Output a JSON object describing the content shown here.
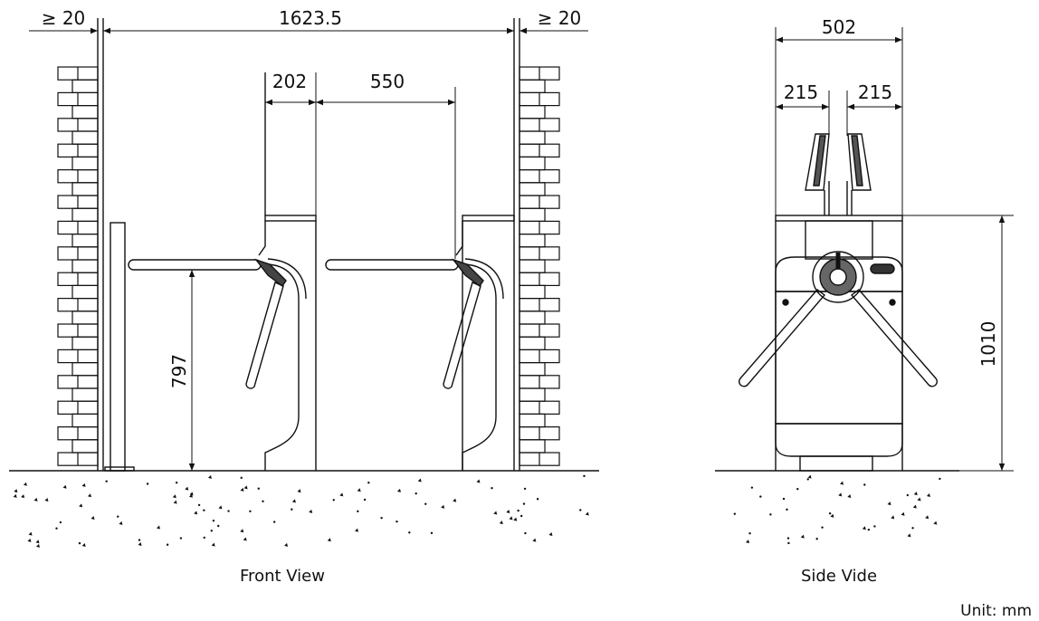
{
  "front_view": {
    "caption": "Front View",
    "dimensions": {
      "left_clearance": "≥ 20",
      "total_width": "1623.5",
      "right_clearance": "≥ 20",
      "post_width": "202",
      "passage_width": "550",
      "arm_height": "797"
    }
  },
  "side_view": {
    "caption": "Side Vide",
    "dimensions": {
      "overall_width": "502",
      "left_half": "215",
      "right_half": "215",
      "height": "1010"
    }
  },
  "unit_label": "Unit: mm"
}
